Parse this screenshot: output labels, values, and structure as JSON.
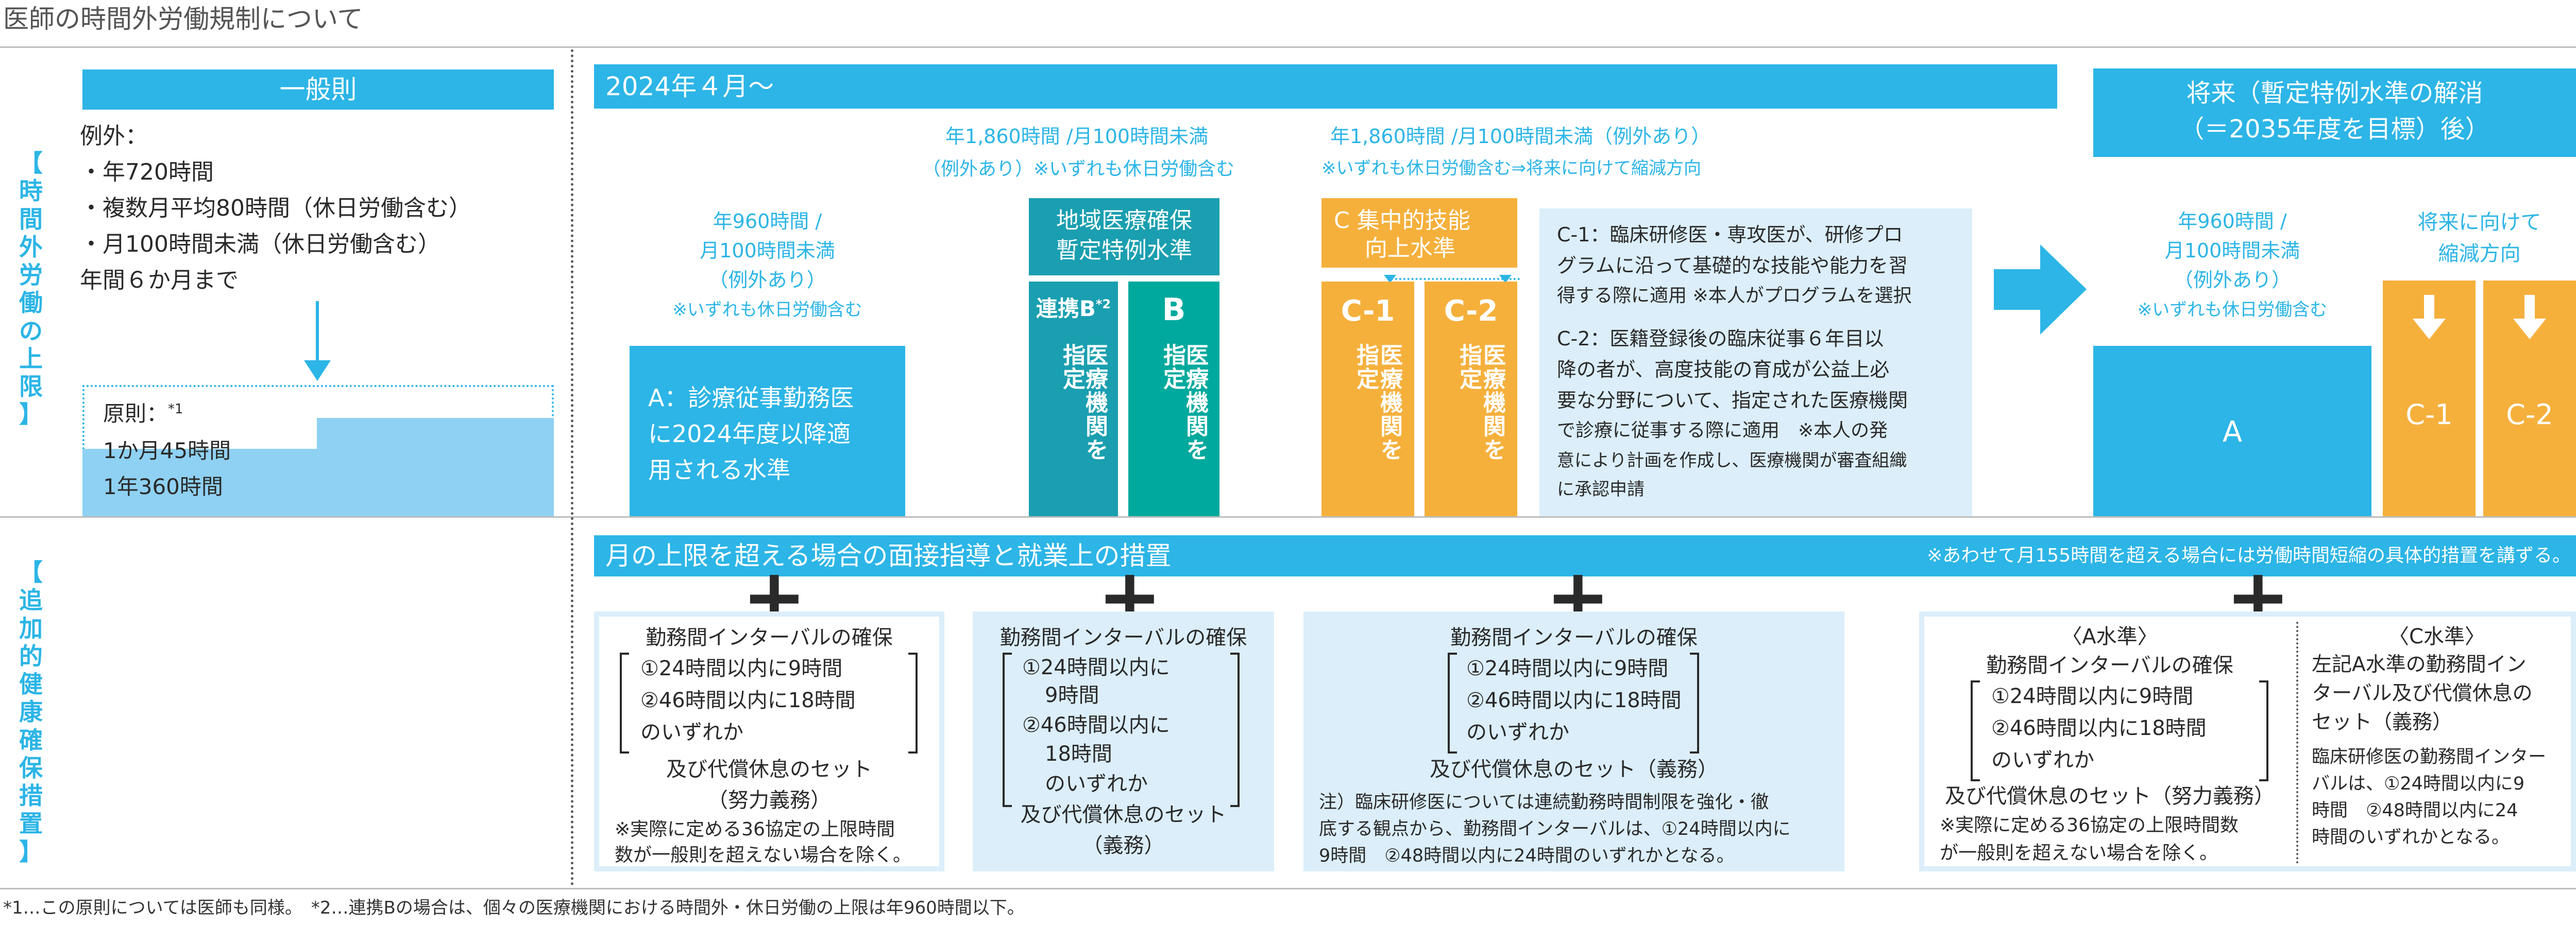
{
  "title": "医師の時間外労働規制について",
  "row_labels": {
    "upper": "【時間外労働の上限】",
    "health": "【追加的健康確保措置】"
  },
  "general": {
    "header": "一般則",
    "exception_title": "例外：",
    "exception_lines": [
      "・年720時間",
      "・複数月平均80時間（休日労働含む）",
      "・月100時間未満（休日労働含む）",
      "年間６か月まで"
    ],
    "principle_label": "原則：",
    "principle_note": "*1",
    "principle_lines": [
      "1か月45時間",
      "1年360時間"
    ]
  },
  "y2024": {
    "header": "2024年４月〜",
    "a_top": [
      "年960時間 /",
      "月100時間未満",
      "（例外あり）"
    ],
    "a_top_note": "※いずれも休日労働含む",
    "a_box": [
      "A：診療従事勤務医",
      "に2024年度以降適",
      "用される水準"
    ],
    "region_top": [
      "年1,860時間 /月100時間未満",
      "（例外あり）※いずれも休日労働含む"
    ],
    "region_header": [
      "地域医療確保",
      "暫定特例水準"
    ],
    "b_renkei_label": "連携B",
    "b_renkei_note": "*2",
    "b_label": "B",
    "b_renkei_vert": "指定\n",
    "b_vert": "医療機関を",
    "c_top": [
      "年1,860時間 /月100時間未満（例外あり）",
      "※いずれも休日労働含む⇒将来に向けて縮減方向"
    ],
    "c_header": [
      "C 集中的技能",
      "向上水準"
    ],
    "c1_label": "C-1",
    "c2_label": "C-2",
    "c_vert_left": "指定",
    "c_vert_right": "医療機関を",
    "c_desc1": [
      "C-1：臨床研修医・専攻医が、研修プロ",
      "グラムに沿って基礎的な技能や能力を習",
      "得する際に適用 ※本人がプログラムを選択"
    ],
    "c_desc2": [
      "C-2：医籍登録後の臨床従事６年目以",
      "降の者が、高度技能の育成が公益上必",
      "要な分野について、指定された医療機関",
      "で診療に従事する際に適用　※本人の発",
      "意により計画を作成し、医療機関が審査組織",
      "に承認申請"
    ]
  },
  "future": {
    "header": [
      "将来（暫定特例水準の解消",
      "（＝2035年度を目標）後）"
    ],
    "a_top": [
      "年960時間 /",
      "月100時間未満",
      "（例外あり）"
    ],
    "a_top_note": "※いずれも休日労働含む",
    "a_label": "A",
    "reduce_label": [
      "将来に向けて",
      "縮減方向"
    ],
    "c1_label": "C-1",
    "c2_label": "C-2"
  },
  "health": {
    "header": "月の上限を超える場合の面接指導と就業上の措置",
    "header_note": "※あわせて月155時間を超える場合には労働時間短縮の具体的措置を講ずる。",
    "plus": "+",
    "box1": {
      "title": "勤務間インターバルの確保",
      "items": [
        "①24時間以内に9時間",
        "②46時間以内に18時間",
        "のいずれか"
      ],
      "after": [
        "及び代償休息のセット",
        "（努力義務）"
      ],
      "note": [
        "※実際に定める36協定の上限時間",
        "数が一般則を超えない場合を除く。"
      ]
    },
    "box2": {
      "title": "勤務間インターバルの確保",
      "items": [
        "①24時間以内に",
        "9時間",
        "②46時間以内に",
        "18時間",
        "のいずれか"
      ],
      "after": [
        "及び代償休息のセット",
        "（義務）"
      ]
    },
    "box3": {
      "title": "勤務間インターバルの確保",
      "items": [
        "①24時間以内に9時間",
        "②46時間以内に18時間",
        "のいずれか"
      ],
      "after": [
        "及び代償休息のセット（義務）"
      ],
      "note": [
        "注）臨床研修医については連続勤務時間制限を強化・徹",
        "底する観点から、勤務間インターバルは、①24時間以内に",
        "9時間　②48時間以内に24時間のいずれかとなる。"
      ]
    },
    "box4": {
      "a_title": "〈A水準〉",
      "a_sub": "勤務間インターバルの確保",
      "a_items": [
        "①24時間以内に9時間",
        "②46時間以内に18時間",
        "のいずれか"
      ],
      "a_after": "及び代償休息のセット（努力義務）",
      "a_note": [
        "※実際に定める36協定の上限時間数",
        "が一般則を超えない場合を除く。"
      ],
      "c_title": "〈C水準〉",
      "c_lines": [
        "左記A水準の勤務間イン",
        "ターバル及び代償休息の",
        "セット（義務）"
      ],
      "c_note": [
        "臨床研修医の勤務間インター",
        "バルは、①24時間以内に9",
        "時間　②48時間以内に24",
        "時間のいずれかとなる。"
      ]
    }
  },
  "footnote": "*1…この原則については医師も同様。　*2…連携Bの場合は、個々の医療機関における時間外・休日労働の上限は年960時間以下。",
  "colors": {
    "cyan": "#2cb5e6",
    "teal": "#00a99d",
    "dark_teal": "#1a9fb0",
    "orange": "#f5b03c",
    "light_blue": "#dbeefa",
    "sky": "#8fd1f2"
  }
}
